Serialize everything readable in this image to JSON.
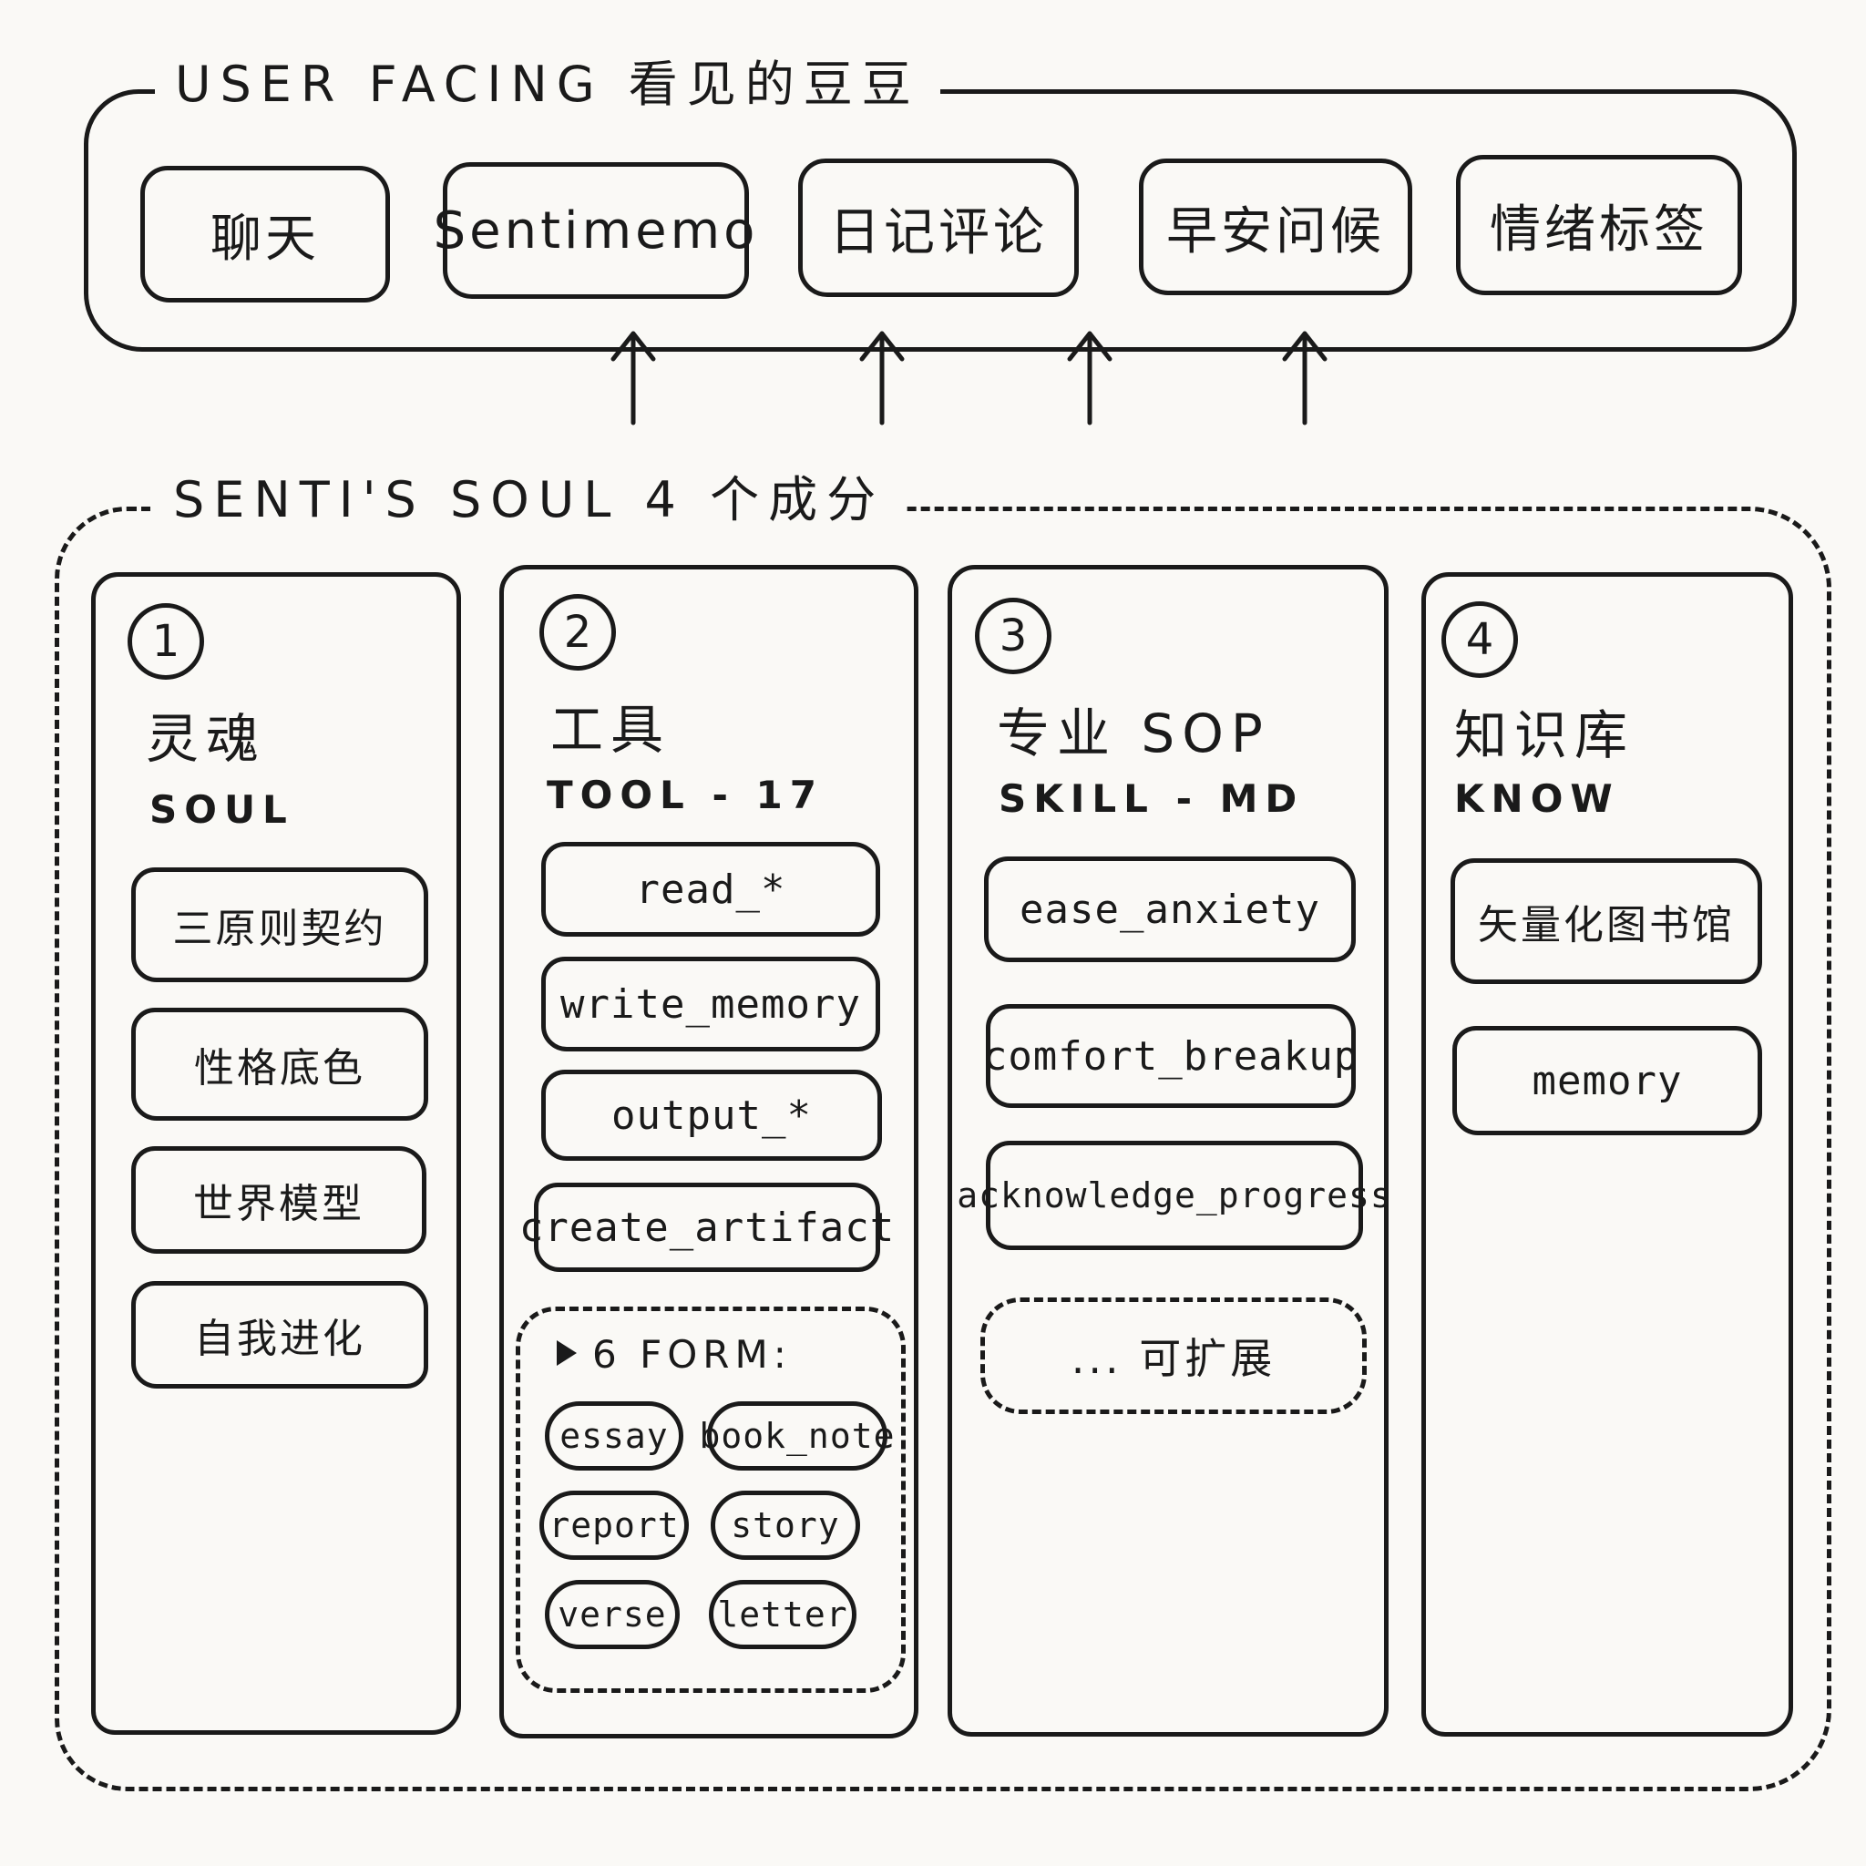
{
  "user_facing": {
    "title": "USER FACING 看见的豆豆",
    "items": [
      "聊天",
      "Sentimemo",
      "日记评论",
      "早安问候",
      "情绪标签"
    ]
  },
  "soul": {
    "title": "SENTI'S SOUL  4 个成分",
    "columns": [
      {
        "number": "1",
        "title_cn": "灵魂",
        "title_en": "SOUL",
        "items": [
          "三原则契约",
          "性格底色",
          "世界模型",
          "自我进化"
        ]
      },
      {
        "number": "2",
        "title_cn": "工具",
        "title_en": "TOOL - 17",
        "items": [
          "read_*",
          "write_memory",
          "output_*",
          "create_artifact"
        ],
        "forms": {
          "label": "6 FORM:",
          "items": [
            "essay",
            "book_note",
            "report",
            "story",
            "verse",
            "letter"
          ]
        }
      },
      {
        "number": "3",
        "title_cn": "专业 SOP",
        "title_en": "SKILL - MD",
        "items": [
          "ease_anxiety",
          "comfort_breakup",
          "acknowledge_progress"
        ],
        "expand": "... 可扩展"
      },
      {
        "number": "4",
        "title_cn": "知识库",
        "title_en": "KNOW",
        "items": [
          "矢量化图书馆",
          "memory"
        ]
      }
    ]
  }
}
